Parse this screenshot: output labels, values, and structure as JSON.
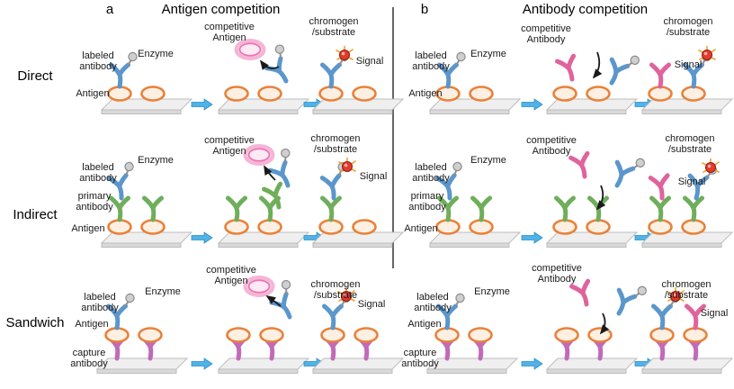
{
  "header": {
    "panel_a_letter": "a",
    "panel_a_title": "Antigen competition",
    "panel_b_letter": "b",
    "panel_b_title": "Antibody competition"
  },
  "rows": {
    "direct": "Direct",
    "indirect": "Indirect",
    "sandwich": "Sandwich"
  },
  "labels": {
    "labeled_antibody": "labeled\nantibody",
    "enzyme": "Enzyme",
    "antigen": "Antigen",
    "primary_antibody": "primary\nantibody",
    "capture_antibody": "capture\nantibody",
    "competitive_antigen": "competitive\nAntigen",
    "competitive_antibody": "competitive\nAntibody",
    "chromogen_substrate": "chromogen\n/substrate",
    "signal": "Signal"
  },
  "colors": {
    "labeled_antibody_blue": "#5b96cc",
    "primary_antibody_green": "#6fae5a",
    "competitive_antibody_pink": "#e0639c",
    "capture_antibody_magenta": "#c06ab8",
    "antigen_orange": "#e8813a",
    "competitive_antigen_pink": "#ee74b2",
    "signal_red": "#e23b2e",
    "step_arrow_blue": "#4fb3e8",
    "enzyme_gray": "#cfcfcf"
  }
}
